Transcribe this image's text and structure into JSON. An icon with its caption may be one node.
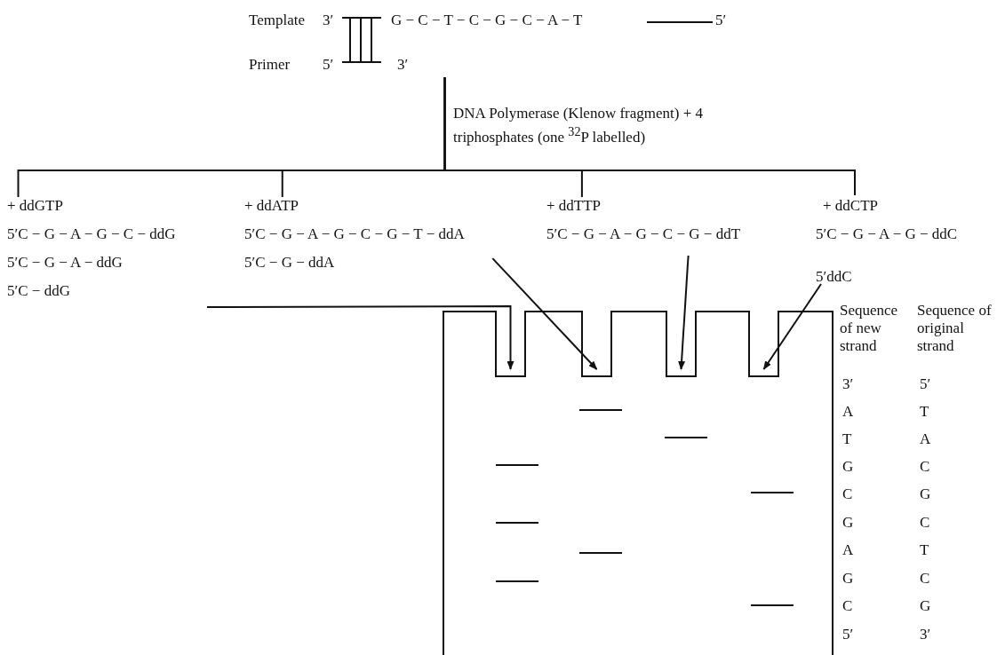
{
  "diagram": {
    "nodes": [
      {
        "text": [
          "Template",
          "3′",
          "G − C − T − C − G − C − A − T",
          "5′",
          "Primer",
          "5′",
          "3′"
        ]
      },
      {
        "text": [
          "+ ddGTP",
          "5′C − G − A − G − C − ddG",
          "5′C − G − A − ddG",
          "5′C − ddG"
        ]
      },
      {
        "text": [
          "+ ddATP",
          "5′C − G − A − G − C − G − T − ddA",
          "5′C − G − ddA"
        ]
      },
      {
        "text": [
          "+ ddTTP",
          "5′C − G − A − G − C − G − ddT"
        ]
      },
      {
        "text": [
          "+ ddCTP",
          "5′C − G − A − G − ddC",
          "5′ddC"
        ]
      },
      {
        "text": [],
        "shape": "box"
      },
      {
        "text": [],
        "shape": "box",
        "in": 5
      },
      {
        "text": [],
        "shape": "box",
        "in": 5
      },
      {
        "text": [],
        "shape": "box",
        "in": 5
      },
      {
        "text": [],
        "shape": "box",
        "in": 5
      }
    ],
    "edges": [
      {
        "from": 0,
        "to": 1,
        "arrow": "none"
      },
      {
        "from": 0,
        "to": 2,
        "arrow": "none"
      },
      {
        "from": 0,
        "to": 3,
        "arrow": "none"
      },
      {
        "from": 0,
        "to": 4,
        "arrow": "none"
      },
      {
        "from": 1,
        "to": 6,
        "arrow": "to"
      },
      {
        "from": 2,
        "to": 7,
        "arrow": "to"
      },
      {
        "from": 3,
        "to": 8,
        "arrow": "to"
      },
      {
        "from": 4,
        "to": 9,
        "arrow": "to"
      }
    ],
    "labels": [
      "DNA Polymerase (Klenow fragment) + 4 triphosphates (one $^{32}$P labelled)",
      "Sequence of new strand",
      "Sequence of original strand",
      "3′",
      "5′",
      "A",
      "T",
      "T",
      "A",
      "G",
      "C",
      "C",
      "G",
      "G",
      "C",
      "A",
      "T",
      "G",
      "C",
      "C",
      "G",
      "5′",
      "3′"
    ]
  }
}
